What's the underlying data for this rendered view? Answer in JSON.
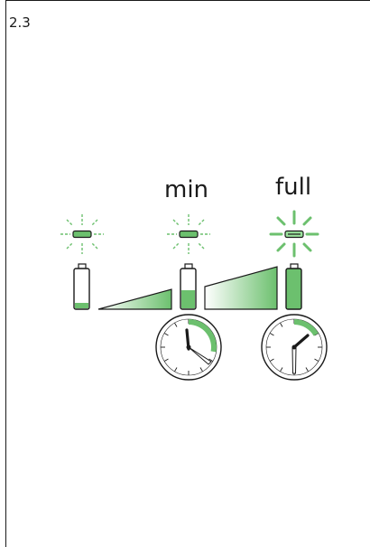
{
  "section_number": "2.3",
  "labels": {
    "min": "min",
    "full": "full"
  },
  "colors": {
    "accent_green": "#6cc06e",
    "indicator_light_green": "#9be39d",
    "outline": "#1a1a1a"
  },
  "stages": [
    {
      "charge_level": 0.15,
      "indicator_intensity": "dim"
    },
    {
      "charge_level": 0.5,
      "indicator_intensity": "dim"
    },
    {
      "charge_level": 1.0,
      "indicator_intensity": "bright"
    }
  ]
}
